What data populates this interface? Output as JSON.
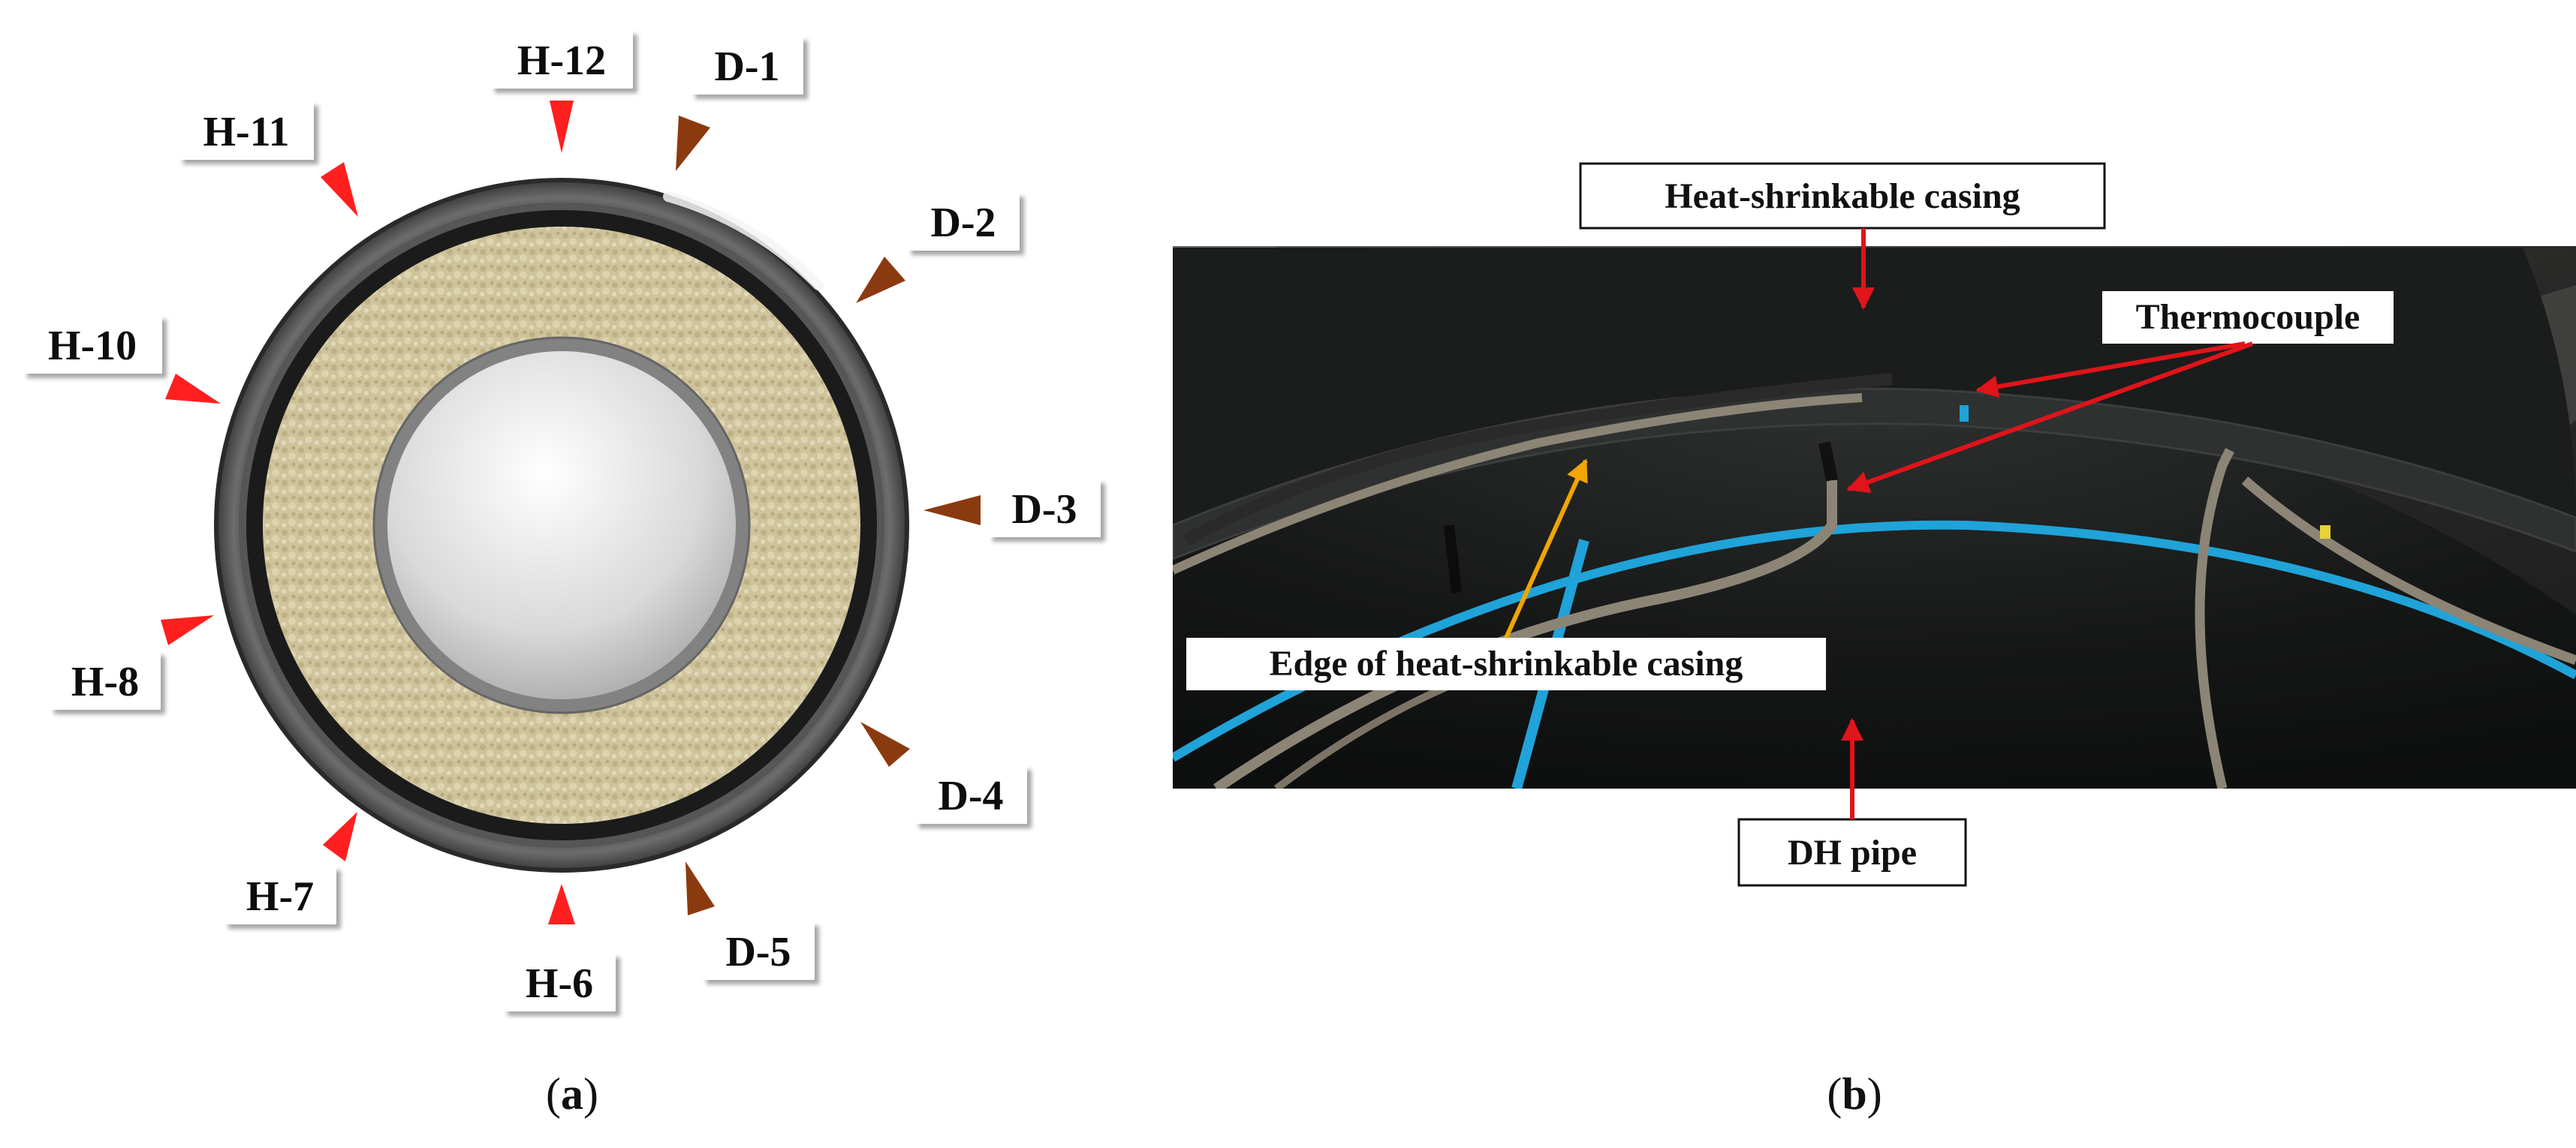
{
  "panel_a": {
    "caption": {
      "open": "(",
      "letter": "a",
      "close": ")"
    },
    "labels": [
      "H-12",
      "D-1",
      "H-11",
      "D-2",
      "H-10",
      "D-3",
      "H-8",
      "D-4",
      "H-7",
      "H-6",
      "D-5"
    ],
    "colors": {
      "heated_marker": "#ff1f1f",
      "default_marker": "#8b3a10",
      "insulation": "#cfc39c",
      "casing": "#1d1d1d"
    }
  },
  "panel_b": {
    "caption": {
      "open": "(",
      "letter": "b",
      "close": ")"
    },
    "labels": {
      "casing": "Heat-shrinkable casing",
      "thermocouple": "Thermocouple",
      "edge": "Edge of heat-shrinkable casing",
      "pipe": "DH pipe"
    },
    "colors": {
      "arrow_red": "#e0141a",
      "arrow_orange": "#f0a500",
      "marking_blue": "#1fa3d8",
      "pipe_black": "#151616"
    }
  }
}
